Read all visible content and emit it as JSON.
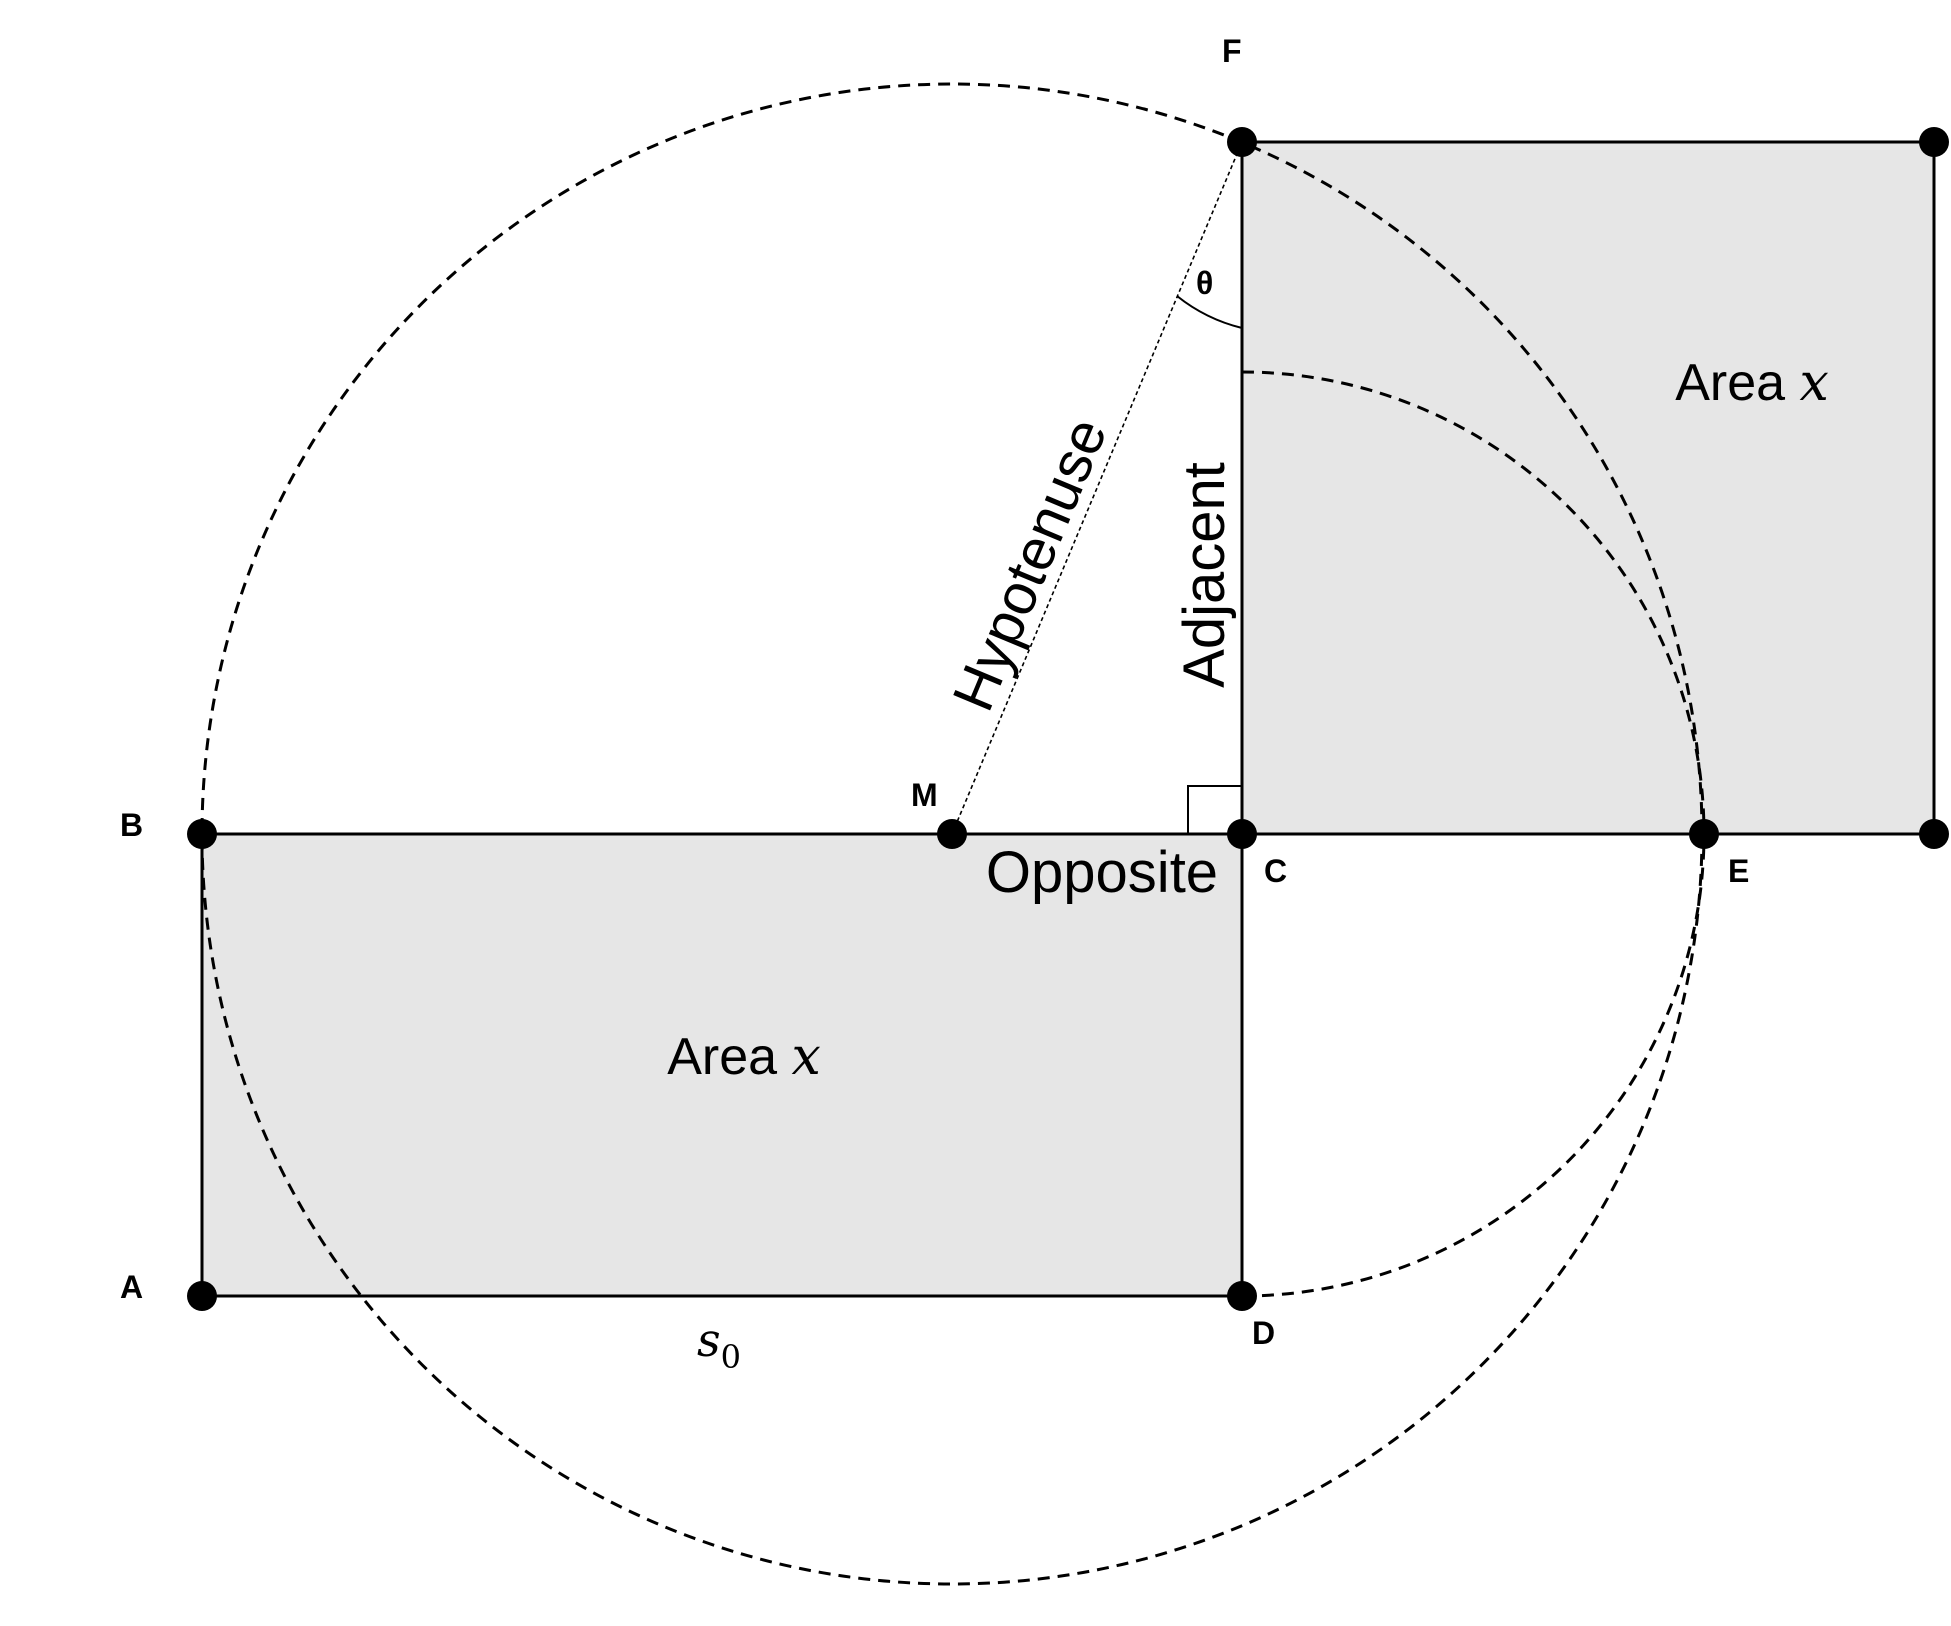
{
  "points": {
    "A": "A",
    "B": "B",
    "C": "C",
    "D": "D",
    "E": "E",
    "F": "F",
    "M": "M"
  },
  "angle_label": "θ",
  "sides": {
    "hypotenuse": "Hypotenuse",
    "adjacent": "Adjacent",
    "opposite": "Opposite"
  },
  "areas": {
    "lower_text": "Area ",
    "lower_var": "x",
    "upper_text": "Area ",
    "upper_var": "x"
  },
  "base_length": {
    "symbol": "s",
    "subscript": "0"
  },
  "colors": {
    "fill": "#e6e6e6",
    "stroke": "#000000",
    "background": "#ffffff"
  }
}
